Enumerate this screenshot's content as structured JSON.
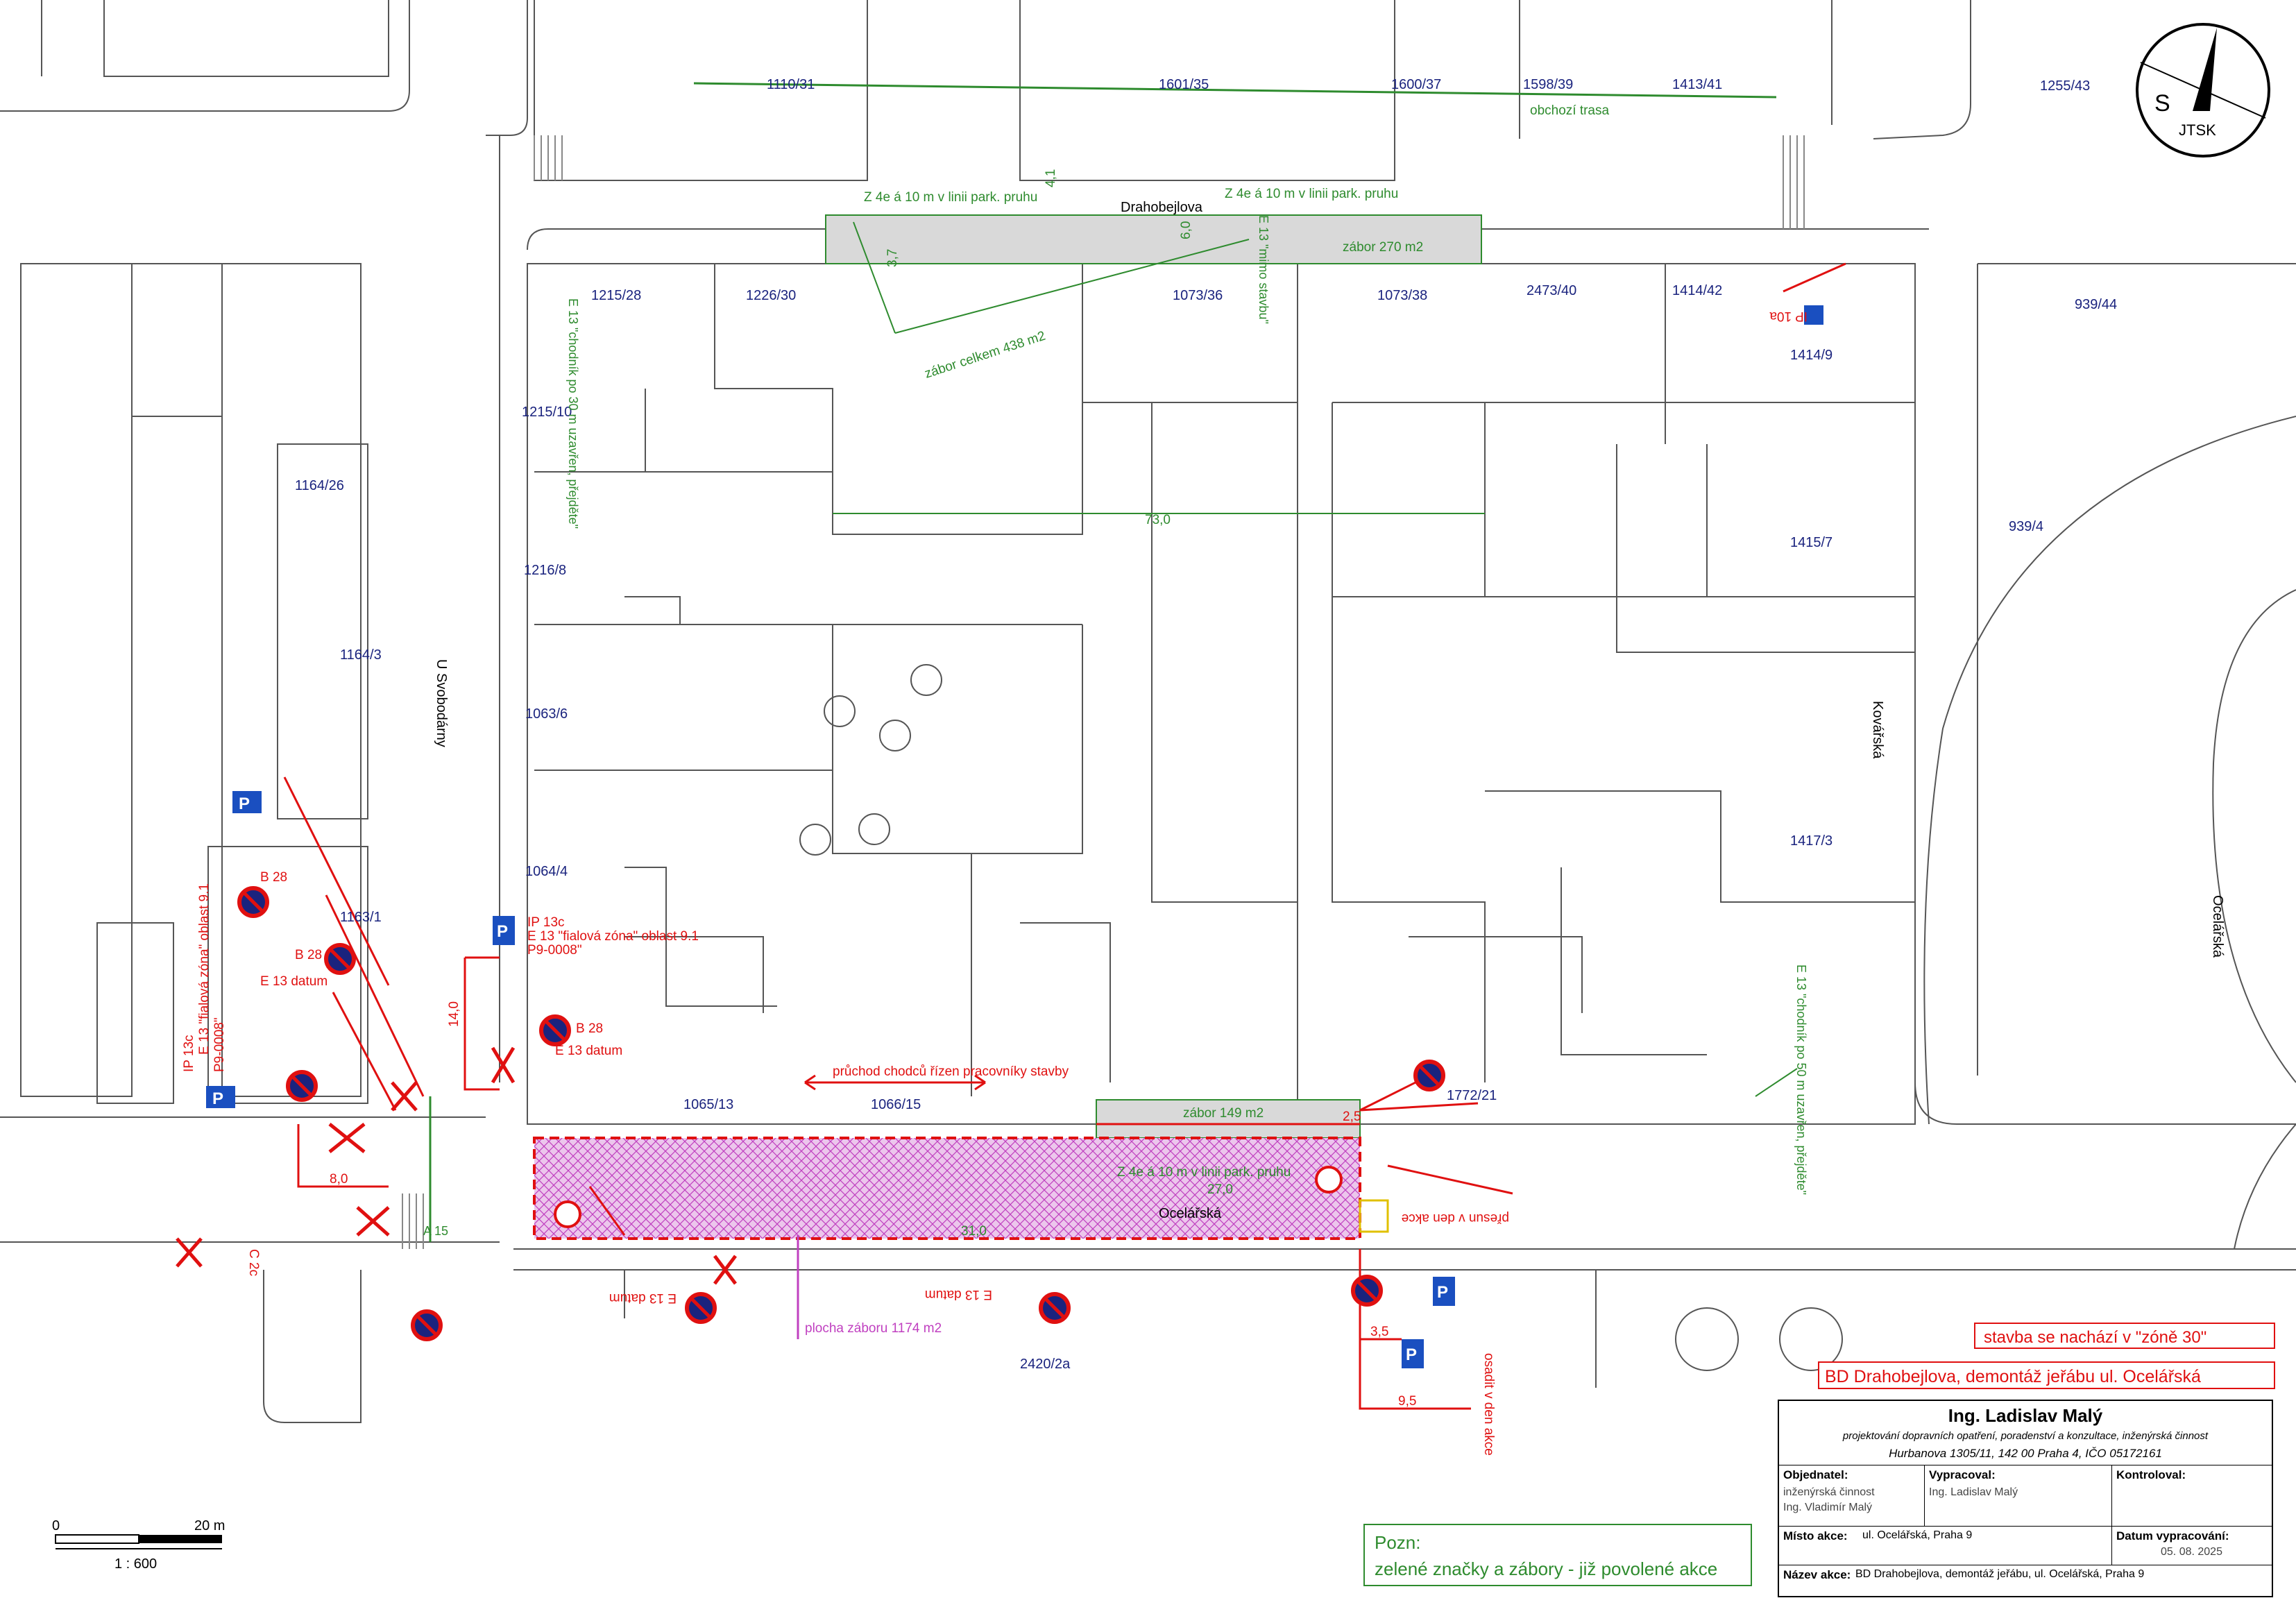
{
  "map": {
    "parcels": [
      "1110/31",
      "1601/35",
      "1600/37",
      "1598/39",
      "1413/41",
      "1255/43",
      "1215/28",
      "1226/30",
      "1073/36",
      "1073/38",
      "2473/40",
      "1414/42",
      "939/44",
      "1414/9",
      "1215/10",
      "1164/26",
      "1216/8",
      "1415/7",
      "939/4",
      "1164/3",
      "1063/6",
      "1064/4",
      "1163/1",
      "1417/3",
      "1065/13",
      "1066/15",
      "1772/21",
      "2420/2a"
    ],
    "streets": {
      "drahobejlova": "Drahobejlova",
      "ocelarska": "Ocelářská",
      "kovarska": "Kovářská",
      "ocelarska_east": "Ocelářská",
      "u_svobodarny": "U Svobodárny"
    },
    "labels": {
      "obchozi_trasa": "obchozí trasa",
      "zabor_north_left": "Z 4e á 10 m v linii park. pruhu",
      "zabor_north_right": "Z 4e á 10 m v linii park. pruhu",
      "zabor_270": "zábor 270 m2",
      "zabor_celkem": "zábor celkem 438 m2",
      "zabor_149": "zábor 149 m2",
      "zabor_south": "Z 4e á 10 m v linii park. pruhu",
      "pruchod": "průchod chodců řízen pracovníky stavby",
      "plocha_zaboru": "plocha záboru 1174 m2",
      "dim_73": "73,0",
      "dim_31": "31,0",
      "dim_27": "27,0",
      "dim_14": "14,0",
      "dim_8": "8,0",
      "dim_35": "3,5",
      "dim_95": "9,5",
      "dim_25": "2,5",
      "dim_41": "4,1",
      "dim_37": "3,7",
      "dim_60": "6,0",
      "presun": "přesun v den akce",
      "osadit": "osadit v den akce"
    },
    "signs": {
      "ip13c_left": "IP 13c",
      "e13_fial_left": "E 13 \"fialová zóna\" oblast 9.1",
      "p9_left": "P9-0008\"",
      "ip13c_mid": "IP 13c",
      "e13_fial_mid": "E 13 \"fialová zóna\" oblast 9.1",
      "p9_mid": "P9-0008\"",
      "b28": "B 28",
      "e13_datum": "E 13 datum",
      "ip10a": "IP 10a",
      "e13_chodnik_30": "E 13 \"chodník po 30 m uzavřen, přejděte\"",
      "e13_chodnik_50": "E 13 \"chodník po 50 m uzavřen, přejděte\"",
      "e13_mimo_stavbu": "E 13 \"mimo stavbu\"",
      "c2c": "C 2c",
      "a15": "A 15"
    }
  },
  "notes": {
    "zone30": "stavba se nachází v \"zóně 30\"",
    "title": "BD Drahobejlova, demontáž jeřábu ul. Ocelářská",
    "pozn_label": "Pozn:",
    "pozn_text": "zelené značky a zábory - již povolené akce"
  },
  "scale": {
    "zero": "0",
    "twenty": "20 m",
    "ratio": "1 : 600"
  },
  "north": {
    "s": "S",
    "jtsk": "JTSK"
  },
  "titleblock": {
    "company": "Ing. Ladislav Malý",
    "subtitle": "projektování dopravních opatření, poradenství a konzultace, inženýrská činnost",
    "address": "Hurbanova 1305/11, 142 00 Praha 4, IČO 05172161",
    "objednatel_label": "Objednatel:",
    "objednatel_1": "inženýrská činnost",
    "objednatel_2": "Ing. Vladimír Malý",
    "vypracoval_label": "Vypracoval:",
    "vypracoval": "Ing. Ladislav Malý",
    "kontroloval_label": "Kontroloval:",
    "misto_label": "Místo akce:",
    "misto": "ul. Ocelářská, Praha 9",
    "datum_label": "Datum vypracování:",
    "datum": "05. 08. 2025",
    "nazev_label": "Název akce:",
    "nazev": "BD Drahobejlova, demontáž jeřábu, ul. Ocelářská, Praha 9"
  },
  "colors": {
    "green": "#2e8b2e",
    "red": "#e01010",
    "blue": "#1a237e",
    "magenta": "#c040c0"
  }
}
